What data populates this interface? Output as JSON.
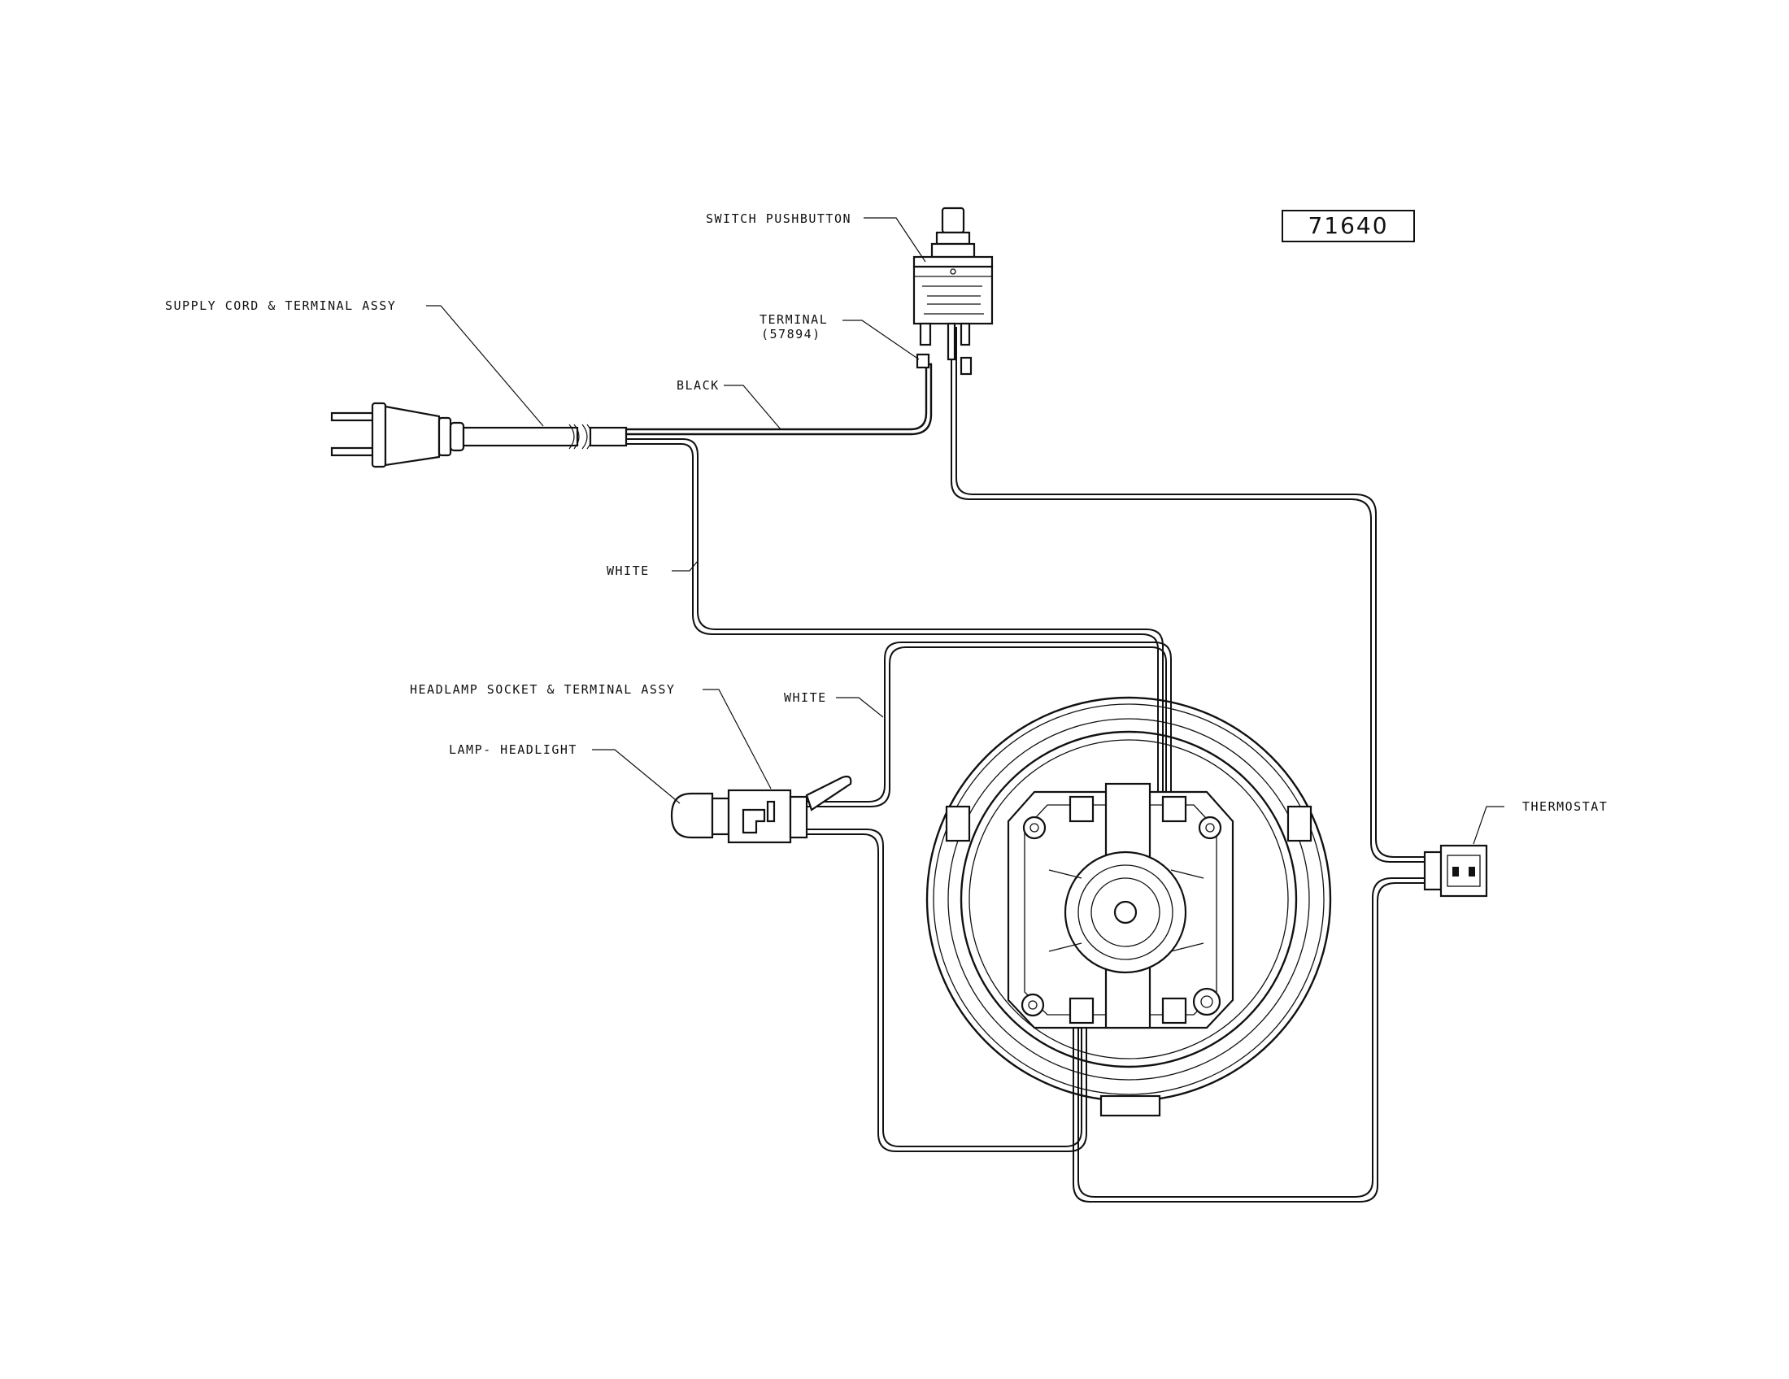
{
  "part_number": "71640",
  "labels": {
    "switch_pushbutton": "SWITCH PUSHBUTTON",
    "supply_cord": "SUPPLY CORD & TERMINAL ASSY",
    "terminal": "TERMINAL",
    "terminal_number": "(57894)",
    "black_wire": "BLACK",
    "white_wire_1": "WHITE",
    "headlamp_socket": "HEADLAMP SOCKET & TERMINAL ASSY",
    "white_wire_2": "WHITE",
    "lamp_headlight": "LAMP- HEADLIGHT",
    "thermostat": "THERMOSTAT"
  },
  "icons": [
    "plug-icon",
    "pushbutton-switch-icon",
    "headlamp-bulb-icon",
    "thermostat-icon",
    "motor-assembly-icon"
  ]
}
